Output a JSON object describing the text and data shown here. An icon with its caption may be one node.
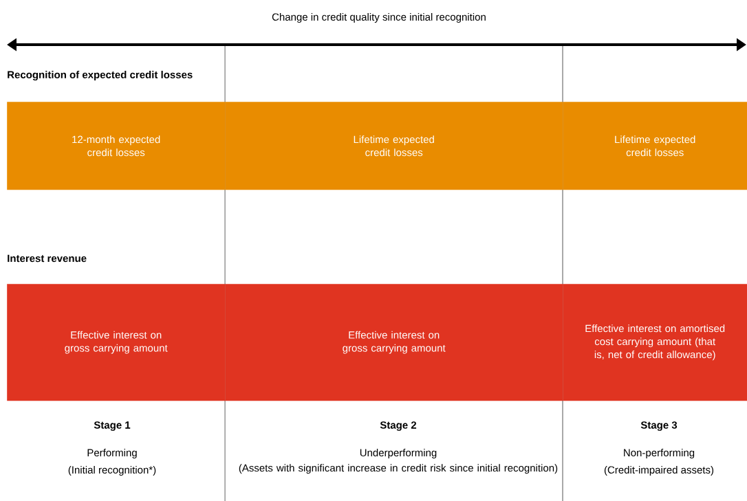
{
  "diagram": {
    "title": "Change in credit quality since initial recognition",
    "nodes": [
      {
        "text": [
          "12-month expected credit losses"
        ]
      },
      {
        "text": [
          "Lifetime expected credit losses"
        ]
      },
      {
        "text": [
          "Lifetime expected credit losses"
        ]
      },
      {
        "text": [
          "Effective interest on gross carrying amount"
        ]
      },
      {
        "text": [
          "Effective interest on gross carrying amount"
        ]
      },
      {
        "text": [
          "Effective interest on amortised cost carrying amount (that is, net of credit allowance)"
        ]
      }
    ],
    "labels": [
      "Recognition of expected credit losses",
      "Interest revenue",
      "Stage 1",
      "Performing",
      "(Initial recognition*)",
      "Stage 2",
      "Underperforming",
      "(Assets with significant increase in credit risk since initial recognition)",
      "Stage 3",
      "Non-performing",
      "(Credit-impaired assets)"
    ]
  }
}
